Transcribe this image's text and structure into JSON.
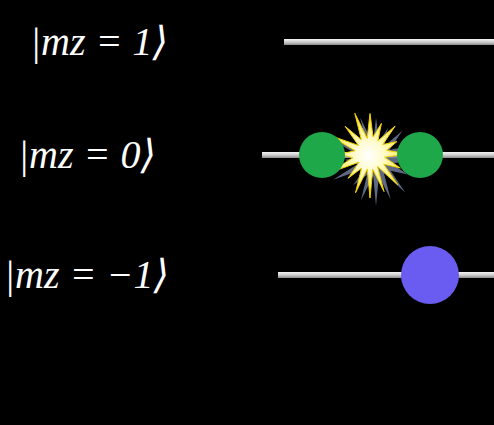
{
  "diagram": {
    "labels": [
      "|mz = 1⟩",
      "|mz = 0⟩",
      "|mz = −1⟩"
    ]
  }
}
